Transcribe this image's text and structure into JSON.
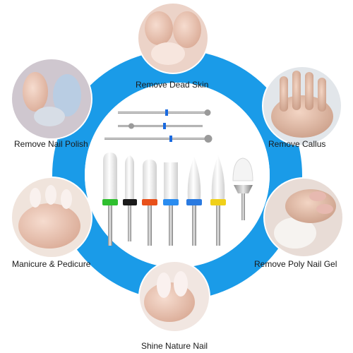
{
  "labels": {
    "top": "Remove Dead Skin",
    "left_upper": "Remove Nail Polish",
    "right_upper": "Remove Callus",
    "left_lower": "Manicure & Pedicure",
    "right_lower": "Remove Poly Nail Gel",
    "bottom": "Shine Nature Nail"
  },
  "colors": {
    "ring": "#1a9be8",
    "bands": [
      "#2fbf2f",
      "#1a1a1a",
      "#e8501a",
      "#2a8cf0",
      "#2a7ae0",
      "#f0d01a"
    ],
    "ball_band": "#1a6ae0"
  }
}
